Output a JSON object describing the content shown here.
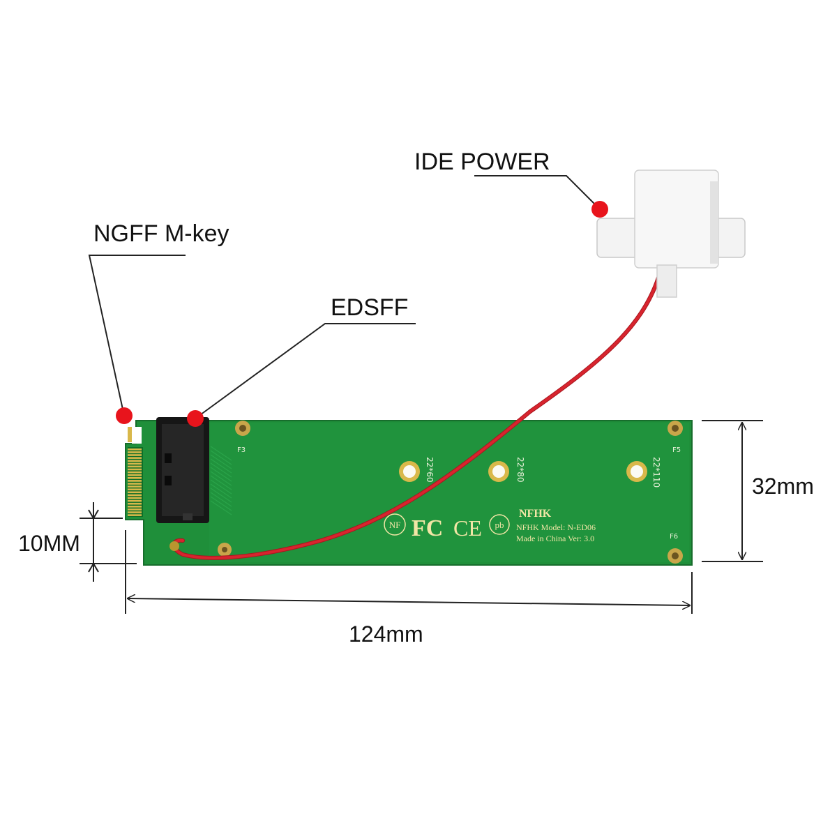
{
  "callouts": {
    "ide_power": "IDE POWER",
    "ngff_mkey": "NGFF M-key",
    "edsff": "EDSFF"
  },
  "dimensions": {
    "height": "32mm",
    "length": "124mm",
    "gold_finger": "10MM"
  },
  "board": {
    "brand": "NFHK",
    "model_line": "NFHK Model: N-ED06",
    "made_line": "Made in China Ver: 3.0",
    "hole_labels": [
      "22*60",
      "22*80",
      "22*110"
    ],
    "mount_labels": [
      "F3",
      "F5",
      "F6"
    ],
    "cert_marks": [
      "NF",
      "FC",
      "CE",
      "pb"
    ]
  },
  "colors": {
    "pcb": "#1f8f3a",
    "cable": "#d8242e",
    "marker": "#e8141c",
    "gold": "#d9b84a"
  }
}
